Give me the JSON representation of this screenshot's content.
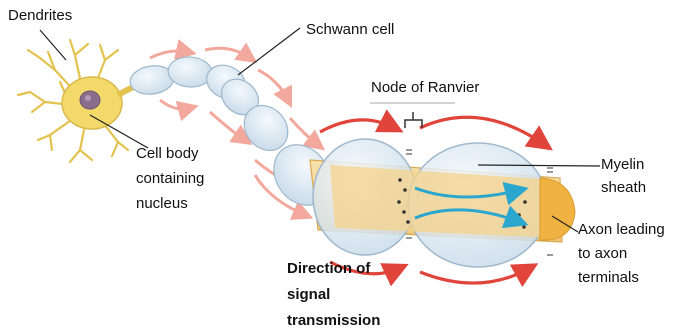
{
  "labels": {
    "dendrites": "Dendrites",
    "schwann_cell": "Schwann cell",
    "node_of_ranvier": "Node of Ranvier",
    "cell_body": [
      "Cell body",
      "containing",
      "nucleus"
    ],
    "myelin_sheath": [
      "Myelin",
      "sheath"
    ],
    "axon": [
      "Axon leading",
      "to axon",
      "terminals"
    ],
    "direction": [
      "Direction of",
      "signal",
      "transmission"
    ]
  },
  "colors": {
    "cell_body": "#f2d96a",
    "dendrite": "#e3c24d",
    "nucleus": "#8a6f8c",
    "axon": "#f5d38c",
    "axon_end": "#f0b342",
    "myelin": "#dde9f3",
    "myelin_edge": "#9fb8cc",
    "arrow_red": "#e0443a",
    "arrow_faded": "#f2a89c",
    "signal_arrow": "#2ba6cf"
  }
}
